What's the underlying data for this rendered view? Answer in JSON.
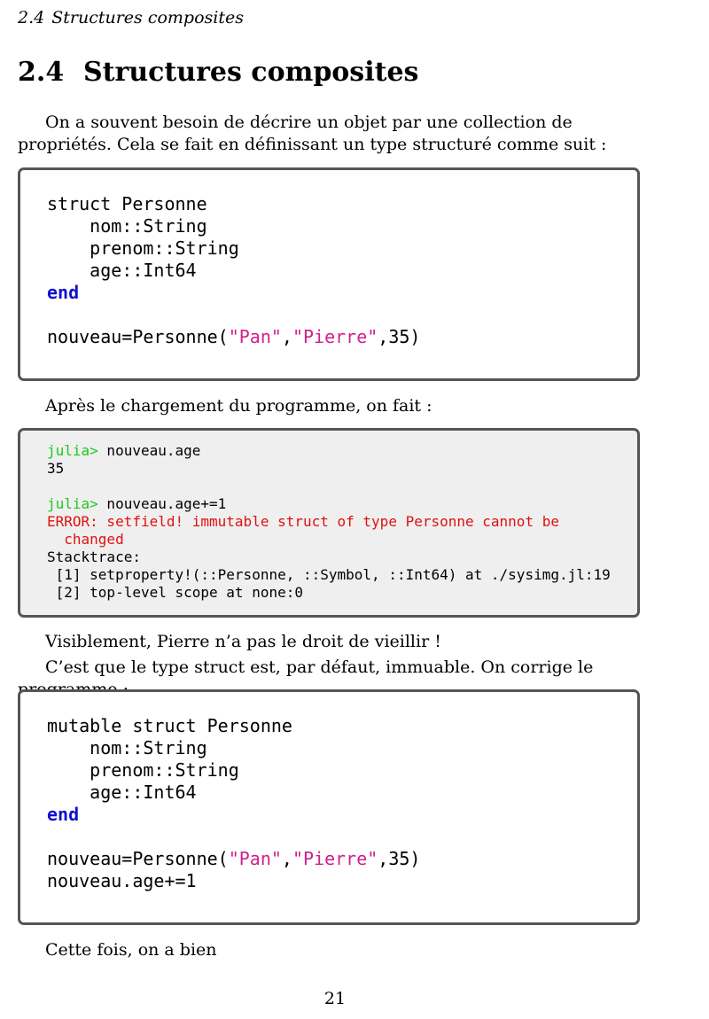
{
  "header": {
    "section_number": "2.4",
    "section_title": "Structures composites"
  },
  "section": {
    "number": "2.4",
    "title": "Structures composites"
  },
  "paragraphs": {
    "intro": "On a souvent besoin de décrire un objet par une collection de propriétés. Cela se fait en définissant un type structuré comme suit :",
    "after_load": "Après le chargement du programme, on fait :",
    "visibly": "Visiblement, Pierre n’a pas le droit de vieillir !",
    "immutable": "C’est que le type struct est, par défaut, immuable. On corrige le programme :",
    "this_time": "Cette fois, on a bien"
  },
  "code1": {
    "line1": "struct Personne",
    "line2": "    nom::String",
    "line3": "    prenom::String",
    "line4": "    age::Int64",
    "line5_kw": "end",
    "line6_pre": "nouveau=Personne(",
    "line6_str1": "\"Pan\"",
    "line6_comma": ",",
    "line6_str2": "\"Pierre\"",
    "line6_post": ",35)"
  },
  "repl": {
    "prompt1": "julia>",
    "cmd1": " nouveau.age",
    "out1": "35",
    "prompt2": "julia>",
    "cmd2": " nouveau.age+=1",
    "err_line1": "ERROR: setfield! immutable struct of type Personne cannot be",
    "err_line2": "  changed",
    "trace_title": "Stacktrace:",
    "trace1": " [1] setproperty!(::Personne, ::Symbol, ::Int64) at ./sysimg.jl:19",
    "trace2": " [2] top-level scope at none:0"
  },
  "code2": {
    "line1": "mutable struct Personne",
    "line2": "    nom::String",
    "line3": "    prenom::String",
    "line4": "    age::Int64",
    "line5_kw": "end",
    "line6_pre": "nouveau=Personne(",
    "line6_str1": "\"Pan\"",
    "line6_comma": ",",
    "line6_str2": "\"Pierre\"",
    "line6_post": ",35)",
    "line7": "nouveau.age+=1"
  },
  "footer": {
    "page_number": "21"
  },
  "colors": {
    "keyword": "#1010d0",
    "string": "#d0208a",
    "prompt": "#1ec81e",
    "error": "#e01010",
    "terminal_bg": "#efefef"
  }
}
